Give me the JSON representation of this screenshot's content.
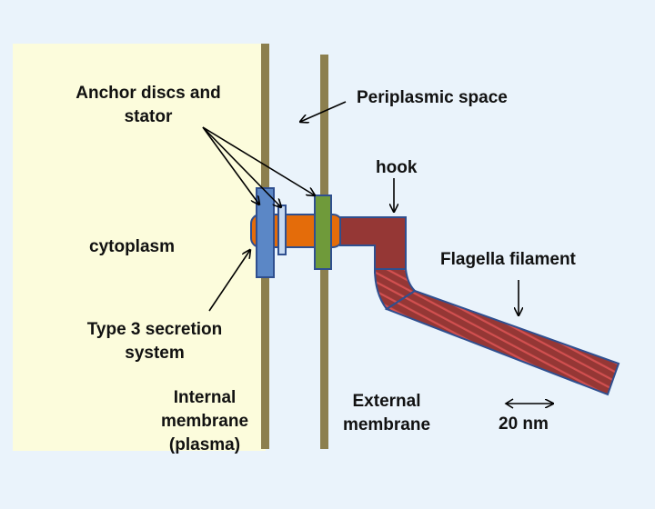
{
  "labels": {
    "anchor_line1": "Anchor discs and",
    "anchor_line2": "stator",
    "periplasmic": "Periplasmic space",
    "hook": "hook",
    "cytoplasm": "cytoplasm",
    "flagella_filament": "Flagella filament",
    "t3ss_line1": "Type 3 secretion",
    "t3ss_line2": "system",
    "internal_line1": "Internal",
    "internal_line2": "membrane",
    "internal_line3": "(plasma)",
    "external_line1": "External",
    "external_line2": "membrane",
    "scale": "20 nm"
  },
  "colors": {
    "background": "#eaf3fb",
    "cytoplasm_fill": "#fcfcdc",
    "membrane": "#8c7f4e",
    "blue_disc": "#5b87c6",
    "green_disc": "#6f9a3a",
    "rod": "#e46c0a",
    "hook": "#953735",
    "filament_stripe": "#d25050",
    "outline": "#2f4f8f"
  }
}
